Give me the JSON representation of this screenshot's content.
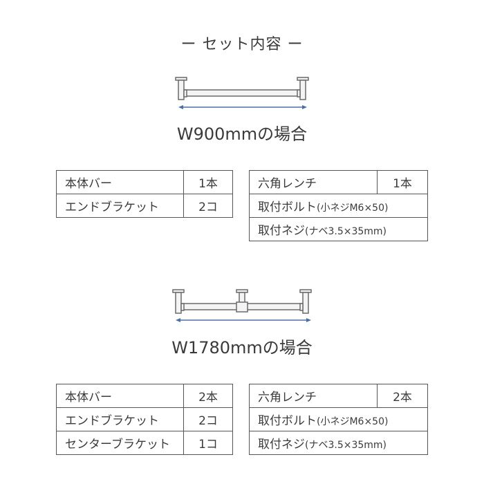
{
  "heading": "ー セット内容 ー",
  "sections": [
    {
      "caption": "W900mmの場合",
      "left_table": [
        {
          "name": "本体バー",
          "qty": "1本"
        },
        {
          "name": "エンドブラケット",
          "qty": "2コ"
        }
      ],
      "right_table": [
        {
          "name": "六角レンチ",
          "qty": "1本"
        },
        {
          "name": "取付ボルト",
          "note": "(小ネジM6×50)"
        },
        {
          "name": "取付ネジ",
          "note": "(ナベ3.5×35mm)"
        }
      ]
    },
    {
      "caption": "W1780mmの場合",
      "left_table": [
        {
          "name": "本体バー",
          "qty": "2本"
        },
        {
          "name": "エンドブラケット",
          "qty": "2コ"
        },
        {
          "name": "センターブラケット",
          "qty": "1コ"
        }
      ],
      "right_table": [
        {
          "name": "六角レンチ",
          "qty": "2本"
        },
        {
          "name": "取付ボルト",
          "note": "(小ネジM6×50)"
        },
        {
          "name": "取付ネジ",
          "note": "(ナベ3.5×35mm)"
        }
      ]
    }
  ],
  "colors": {
    "bar_stroke": "#6a6a6a",
    "bar_fill": "#f4f4f4",
    "dimension_arrow": "#4a6fa5",
    "table_border": "#555555",
    "text": "#3a3a3a"
  }
}
